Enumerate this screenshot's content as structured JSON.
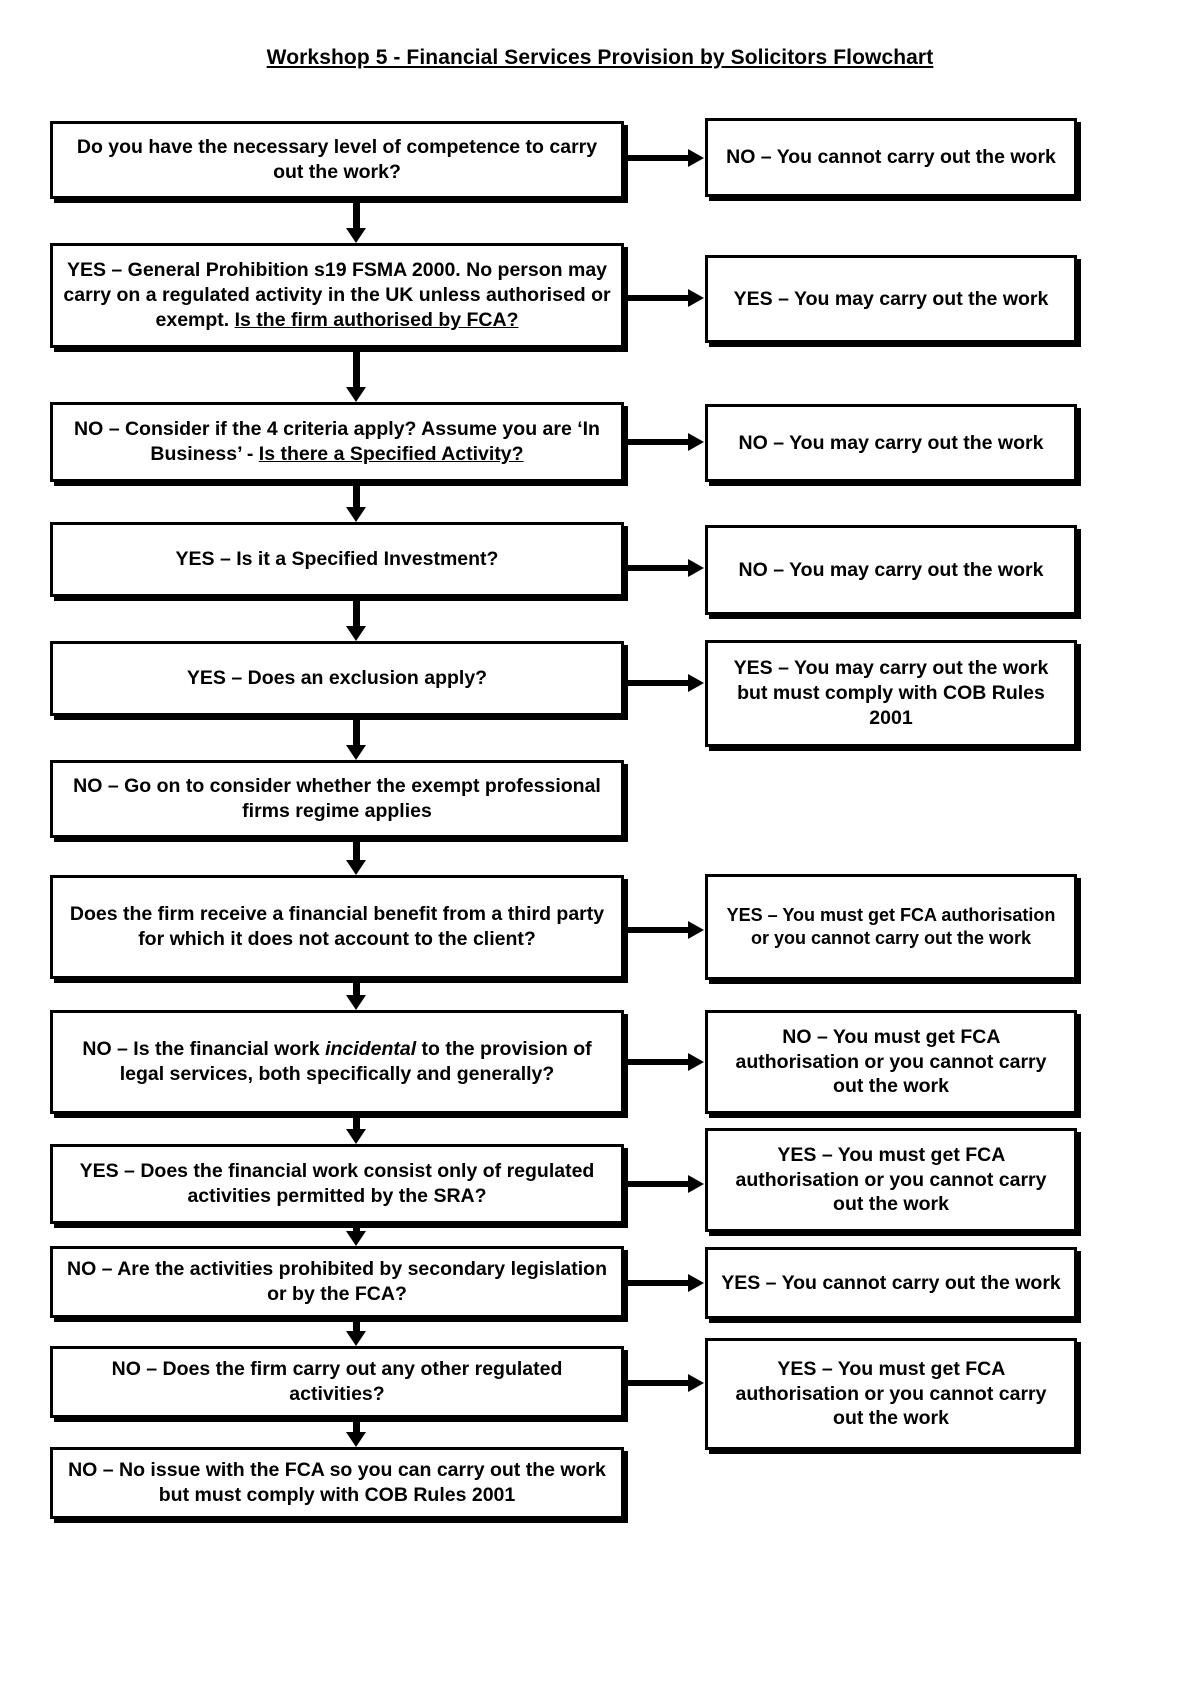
{
  "title": "Workshop 5 - Financial Services Provision by Solicitors Flowchart",
  "flow": {
    "left_nodes": [
      {
        "id": "competence",
        "line1": "Do you have the necessary level of competence to",
        "line2": "carry out the work?"
      },
      {
        "id": "general-prohibition",
        "line1": "YES – General Prohibition s19 FSMA 2000. No person",
        "line2": "may carry on a regulated activity in the UK unless",
        "line3_plain": "authorised or exempt. ",
        "line3_underlined": "Is the firm authorised by FCA?"
      },
      {
        "id": "four-criteria",
        "line1": "NO – Consider if the 4 criteria apply? Assume you are",
        "line2_plain": "‘In Business’ - ",
        "line2_underlined": "Is there a Specified Activity?"
      },
      {
        "id": "specified-investment",
        "line1": "YES – Is it a Specified Investment?"
      },
      {
        "id": "exclusion",
        "line1": "YES – Does an exclusion apply?"
      },
      {
        "id": "exempt-professional-firms",
        "line1": "NO – Go on to consider whether the exempt",
        "line2": "professional firms regime applies"
      },
      {
        "id": "financial-benefit",
        "line1": "Does the firm receive a financial benefit from a",
        "line2": "third party for which it does not account to the",
        "line3": "client?"
      },
      {
        "id": "incidental",
        "line1_pre": "NO – Is the financial work ",
        "line1_italic": "incidental",
        "line1_post": " to the",
        "line2": "provision of legal services, both specifically and",
        "line3": "generally?"
      },
      {
        "id": "sra-permitted",
        "line1": "YES – Does the financial work consist only of",
        "line2": "regulated activities permitted by the SRA?"
      },
      {
        "id": "prohibited-secondary",
        "line1": "NO – Are the activities prohibited by secondary",
        "line2": "legislation or by the FCA?"
      },
      {
        "id": "other-regulated",
        "line1": "NO – Does the firm carry out any other regulated",
        "line2": "activities?"
      },
      {
        "id": "no-issue",
        "line1": "NO – No issue with the FCA so you can carry out",
        "line2": "the work but must comply with COB Rules 2001"
      }
    ],
    "right_nodes": [
      {
        "id": "cannot-carry-out-1",
        "line1": "NO – You cannot carry out the",
        "line2": "work"
      },
      {
        "id": "may-carry-out-yes",
        "line1": "YES – You may carry out the",
        "line2": "work"
      },
      {
        "id": "may-carry-out-no-1",
        "line1": "NO – You may carry out the",
        "line2": "work"
      },
      {
        "id": "may-carry-out-no-2",
        "line1": "NO – You may carry out the",
        "line2": "work"
      },
      {
        "id": "cob-rules",
        "line1": "YES – You may carry out the",
        "line2": "work but must comply with",
        "line3": "COB Rules 2001"
      },
      {
        "id": "fca-auth-yes-1",
        "line1": "YES – You must get FCA",
        "line2": "authorisation or you cannot carry",
        "line3": "out the work"
      },
      {
        "id": "fca-auth-no",
        "line1": "NO – You must get FCA",
        "line2": "authorisation or you cannot",
        "line3": "carry out the work"
      },
      {
        "id": "fca-auth-yes-2",
        "line1": "YES – You must get FCA",
        "line2": "authorisation or you cannot",
        "line3": "carry out the work"
      },
      {
        "id": "cannot-carry-out-2",
        "line1": "YES – You cannot carry out the",
        "line2": "work"
      },
      {
        "id": "fca-auth-yes-3",
        "line1": "YES – You must get FCA",
        "line2": "authorisation or you cannot",
        "line3": "carry out the work"
      }
    ]
  }
}
